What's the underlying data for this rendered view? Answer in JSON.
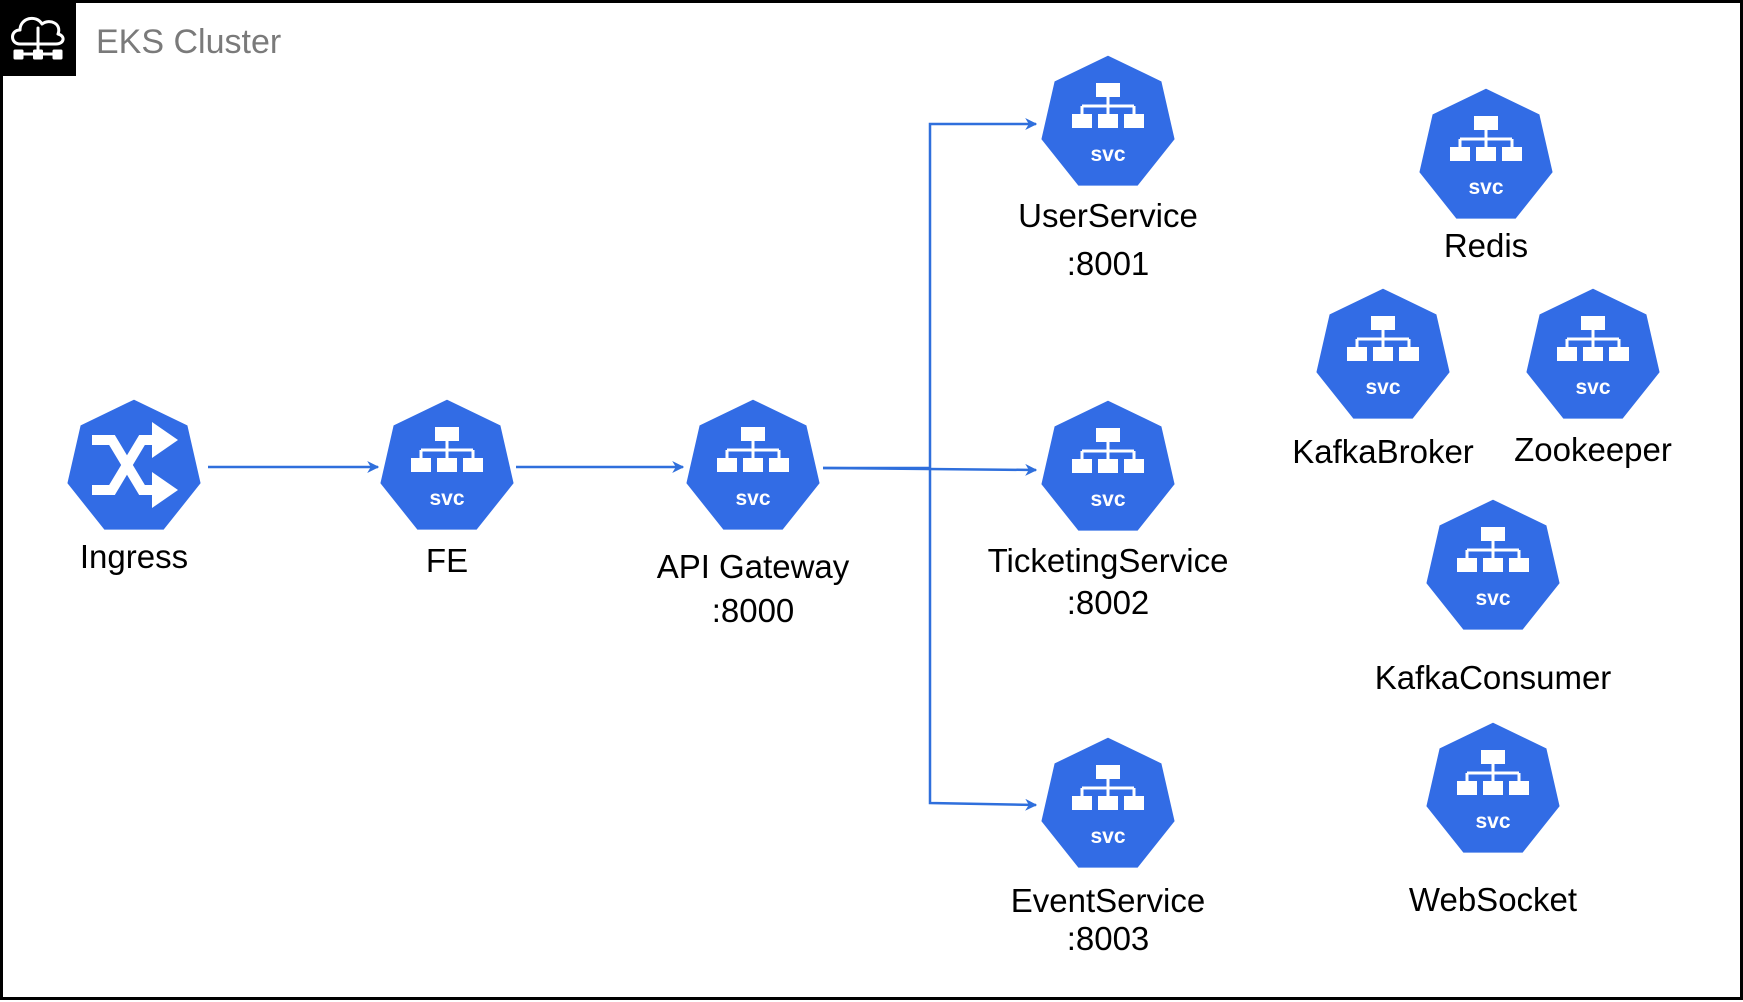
{
  "cluster": {
    "title": "EKS Cluster",
    "icon": "cloud-network-icon",
    "border_color": "#000000",
    "title_color": "#7a7a7a"
  },
  "colors": {
    "node_fill": "#326ce5",
    "arrow": "#2f6fdc",
    "glyph": "#ffffff"
  },
  "nodes": {
    "ingress": {
      "type": "ingress",
      "icon": "ingress-shuffle-icon",
      "lines": [
        "Ingress"
      ]
    },
    "fe": {
      "type": "svc",
      "icon": "service-network-icon",
      "badge": "svc",
      "lines": [
        "FE"
      ]
    },
    "api_gateway": {
      "type": "svc",
      "icon": "service-network-icon",
      "badge": "svc",
      "lines": [
        "API Gateway",
        ":8000"
      ]
    },
    "user_service": {
      "type": "svc",
      "icon": "service-network-icon",
      "badge": "svc",
      "lines": [
        "UserService",
        ":8001"
      ]
    },
    "ticketing_service": {
      "type": "svc",
      "icon": "service-network-icon",
      "badge": "svc",
      "lines": [
        "TicketingService",
        ":8002"
      ]
    },
    "event_service": {
      "type": "svc",
      "icon": "service-network-icon",
      "badge": "svc",
      "lines": [
        "EventService",
        ":8003"
      ]
    },
    "redis": {
      "type": "svc",
      "icon": "service-network-icon",
      "badge": "svc",
      "lines": [
        "Redis"
      ]
    },
    "kafka_broker": {
      "type": "svc",
      "icon": "service-network-icon",
      "badge": "svc",
      "lines": [
        "KafkaBroker"
      ]
    },
    "zookeeper": {
      "type": "svc",
      "icon": "service-network-icon",
      "badge": "svc",
      "lines": [
        "Zookeeper"
      ]
    },
    "kafka_consumer": {
      "type": "svc",
      "icon": "service-network-icon",
      "badge": "svc",
      "lines": [
        "KafkaConsumer"
      ]
    },
    "websocket": {
      "type": "svc",
      "icon": "service-network-icon",
      "badge": "svc",
      "lines": [
        "WebSocket"
      ]
    }
  },
  "edges": [
    {
      "from": "ingress",
      "to": "fe"
    },
    {
      "from": "fe",
      "to": "api_gateway"
    },
    {
      "from": "api_gateway",
      "to": "user_service"
    },
    {
      "from": "api_gateway",
      "to": "ticketing_service"
    },
    {
      "from": "api_gateway",
      "to": "event_service"
    }
  ]
}
